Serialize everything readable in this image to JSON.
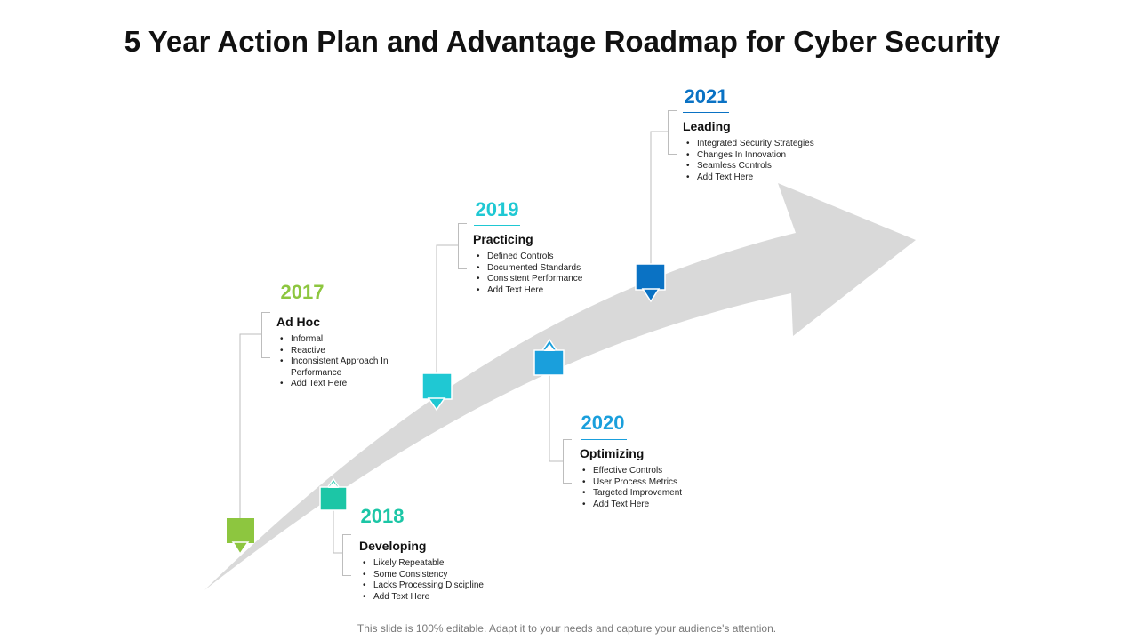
{
  "title": "5 Year Action Plan and Advantage Roadmap for Cyber Security",
  "footer": "This slide is 100% editable. Adapt it to your needs and capture your audience's attention.",
  "milestones": [
    {
      "year": "2017",
      "stage": "Ad Hoc",
      "color": "#8dc63f",
      "points": [
        "Informal",
        "Reactive",
        "Inconsistent Approach In Performance",
        "Add Text Here"
      ]
    },
    {
      "year": "2018",
      "stage": "Developing",
      "color": "#1cc6a6",
      "points": [
        "Likely Repeatable",
        "Some Consistency",
        "Lacks Processing Discipline",
        "Add Text Here"
      ]
    },
    {
      "year": "2019",
      "stage": "Practicing",
      "color": "#1fc8d3",
      "points": [
        "Defined Controls",
        "Documented Standards",
        "Consistent Performance",
        "Add Text Here"
      ]
    },
    {
      "year": "2020",
      "stage": "Optimizing",
      "color": "#1a9fdc",
      "points": [
        "Effective Controls",
        "User Process Metrics",
        "Targeted Improvement",
        "Add Text Here"
      ]
    },
    {
      "year": "2021",
      "stage": "Leading",
      "color": "#0a72c4",
      "points": [
        "Integrated Security Strategies",
        "Changes In Innovation",
        "Seamless Controls",
        "Add Text Here"
      ]
    }
  ],
  "arrow_color": "#d9d9d9",
  "connector_color": "#bdbdbd"
}
